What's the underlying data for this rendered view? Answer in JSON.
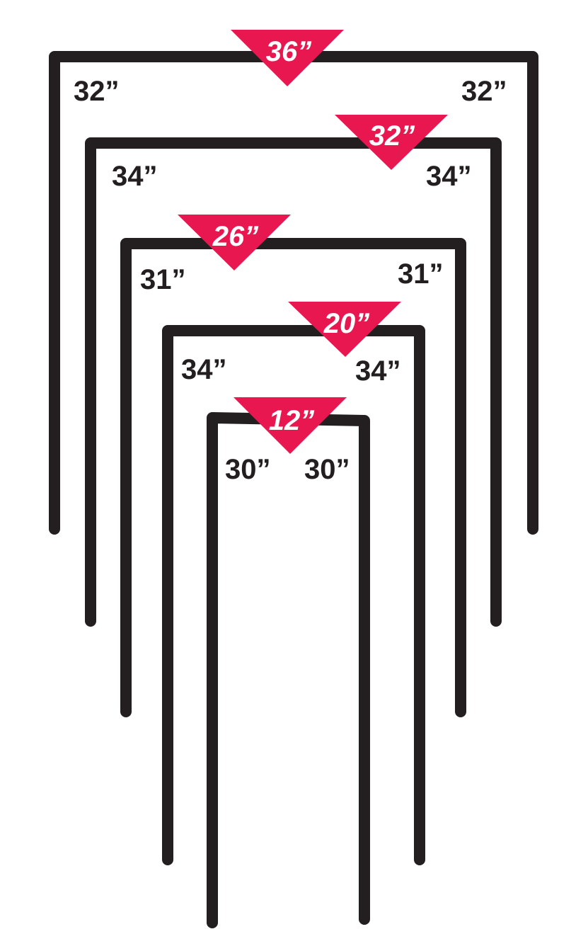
{
  "colors": {
    "frame": "#231f20",
    "badge": "#e8174f",
    "badge_text": "#ffffff",
    "background": "#ffffff"
  },
  "frames": [
    {
      "id": "frame-1",
      "width_label": "36”",
      "left_label": "32”",
      "right_label": "32”"
    },
    {
      "id": "frame-2",
      "width_label": "32”",
      "left_label": "34”",
      "right_label": "34”"
    },
    {
      "id": "frame-3",
      "width_label": "26”",
      "left_label": "31”",
      "right_label": "31”"
    },
    {
      "id": "frame-4",
      "width_label": "20”",
      "left_label": "34”",
      "right_label": "34”"
    },
    {
      "id": "frame-5",
      "width_label": "12”",
      "left_label": "30”",
      "right_label": "30”"
    }
  ]
}
